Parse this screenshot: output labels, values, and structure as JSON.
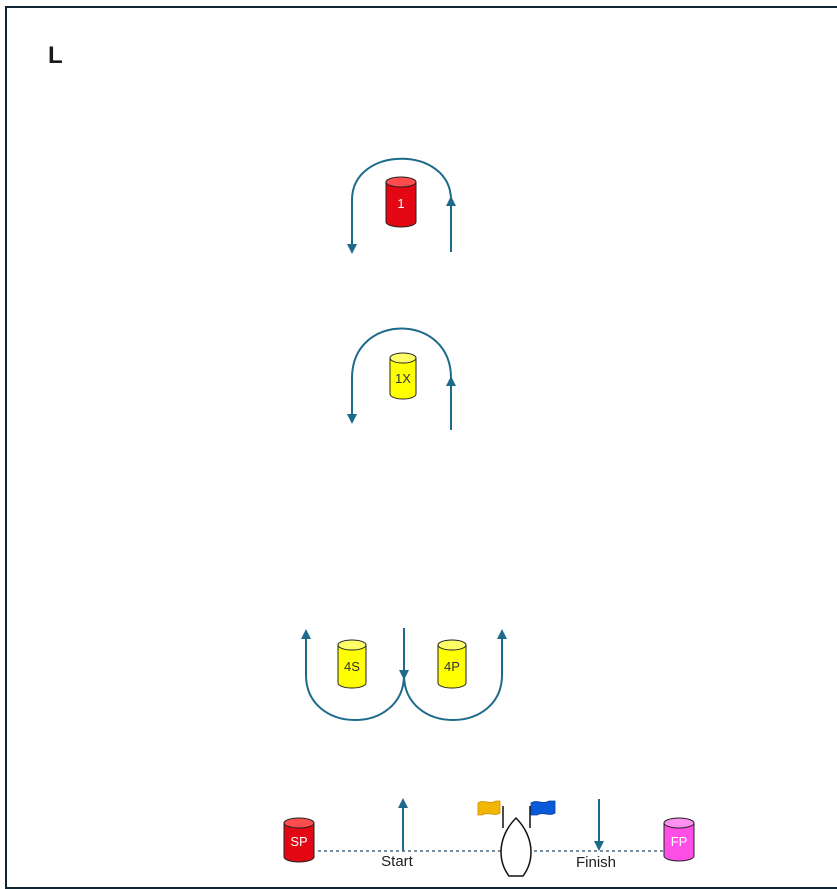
{
  "panel": {
    "letter": "L"
  },
  "buoys": {
    "b1": "1",
    "b1x": "1X",
    "b4s": "4S",
    "b4p": "4P",
    "sp": "SP",
    "fp": "FP"
  },
  "line_labels": {
    "start": "Start",
    "finish": "Finish"
  },
  "colors": {
    "red_buoy": "#e30613",
    "yellow_buoy": "#ffff00",
    "magenta_buoy": "#ff4ee6",
    "path": "#1e6a8a",
    "yellow_flag": "#f2b705",
    "blue_flag": "#0a5ad9",
    "frame": "#0f2531"
  }
}
